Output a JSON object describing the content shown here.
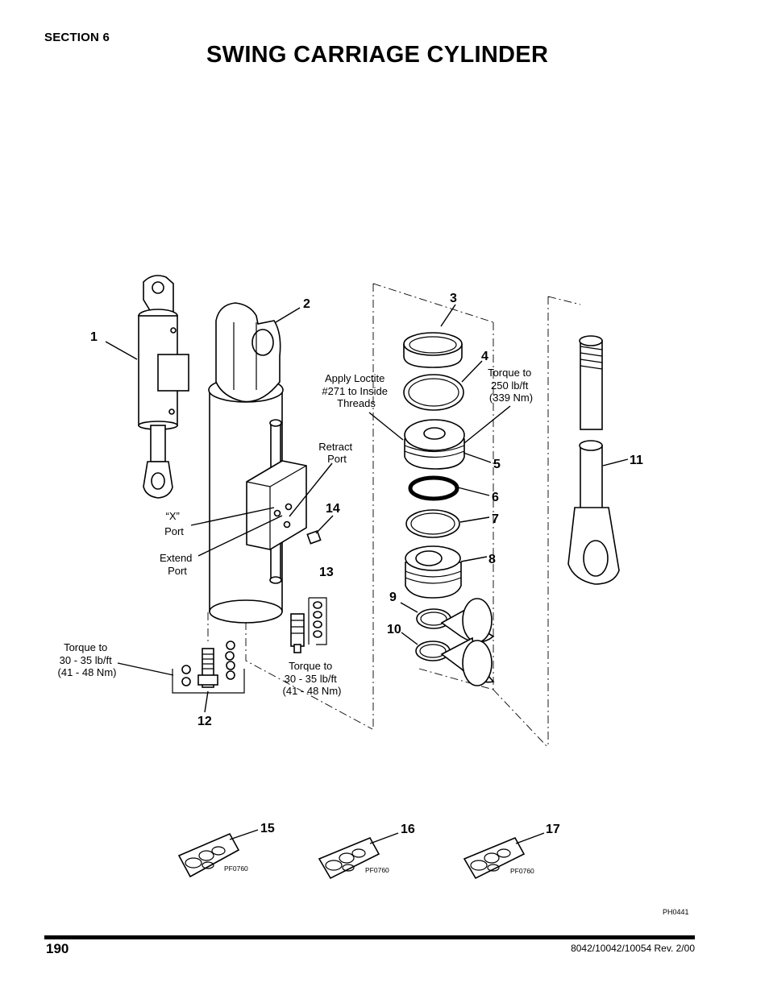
{
  "header": {
    "section": "SECTION 6",
    "title": "SWING CARRIAGE CYLINDER"
  },
  "callouts": [
    "1",
    "2",
    "3",
    "4",
    "5",
    "6",
    "7",
    "8",
    "9",
    "10",
    "11",
    "12",
    "13",
    "14",
    "15",
    "16",
    "17"
  ],
  "notes": {
    "loctite": [
      "Apply Loctite",
      "#271 to Inside",
      "Threads"
    ],
    "torque_head": [
      "Torque to",
      "250 lb/ft",
      "(339 Nm)"
    ],
    "retract_port": [
      "Retract",
      "Port"
    ],
    "x_port": [
      "“X”",
      "Port"
    ],
    "extend_port": [
      "Extend",
      "Port"
    ],
    "torque_12": [
      "Torque to",
      "30 - 35 lb/ft",
      "(41 - 48 Nm)"
    ],
    "torque_13": [
      "Torque to",
      "30 - 35 lb/ft",
      "(41 - 48 Nm)"
    ]
  },
  "kit_labels": [
    "PF0760",
    "PF0760",
    "PF0760"
  ],
  "figure_id": "PH0441",
  "footer": {
    "page_number": "190",
    "doc_rev": "8042/10042/10054 Rev. 2/00"
  }
}
